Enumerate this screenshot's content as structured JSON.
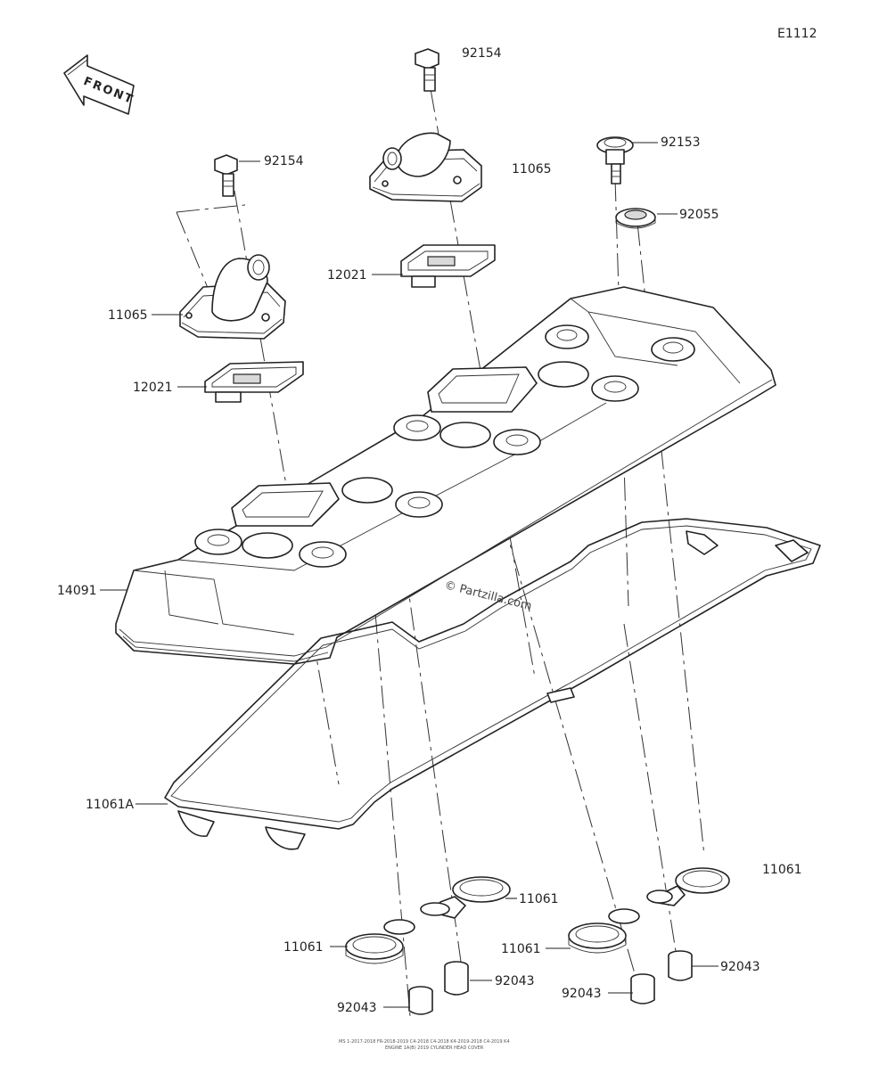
{
  "diagram_code": "E1112",
  "front_label": "FRONT",
  "watermark": "© Partzilla.com",
  "footer_line1": "MS 1-2017-2018 FR-2018-2019 C4-2018 C4-2018 K4-2019-2018 C4-2019 K4",
  "footer_line2": "ENGINE 1A(B) 2019 CYLINDER HEAD COVER",
  "labels": {
    "bolt_top": "92154",
    "bolt_left": "92154",
    "cap_top": "11065",
    "cap_left": "11065",
    "bolt_right": "92153",
    "washer_right": "92055",
    "plate_top": "12021",
    "plate_left": "12021",
    "cover": "14091",
    "gasket_main": "11061A",
    "seal_right_far": "11061",
    "seal_mid": "11061",
    "seal_left": "11061",
    "seal_right": "11061",
    "dowel_mid": "92043",
    "dowel_left": "92043",
    "dowel_right_lower": "92043",
    "dowel_right": "92043"
  }
}
